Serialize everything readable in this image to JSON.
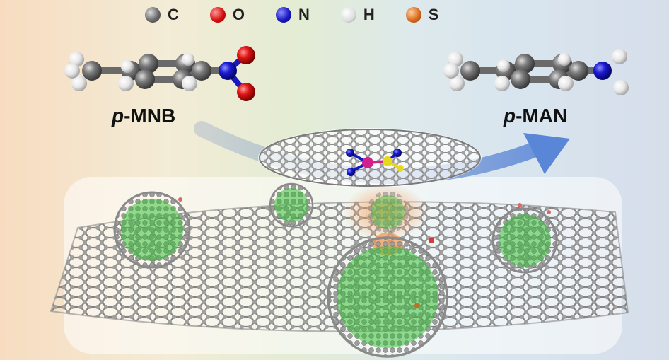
{
  "legend": [
    {
      "symbol": "C",
      "color": "#555555"
    },
    {
      "symbol": "O",
      "color": "#d41010"
    },
    {
      "symbol": "N",
      "color": "#1818c0"
    },
    {
      "symbol": "H",
      "color": "#e6e6e6"
    },
    {
      "symbol": "S",
      "color": "#d86a1c"
    }
  ],
  "reactant": {
    "prefix": "p",
    "name": "-MNB"
  },
  "product": {
    "prefix": "p",
    "name": "-MAN"
  },
  "colors": {
    "carbon": "#6a6a6a",
    "graphene_atom": "#9a9a9a",
    "cluster_core": "#3ec43e",
    "arrow": "#7e9cd8",
    "nitrogen": "#1818c0",
    "oxygen": "#d41010",
    "hydrogen": "#eeeeee",
    "sulfur": "#e6d81a",
    "metal": "#d4208a",
    "orange_glow": "#f0a060"
  }
}
